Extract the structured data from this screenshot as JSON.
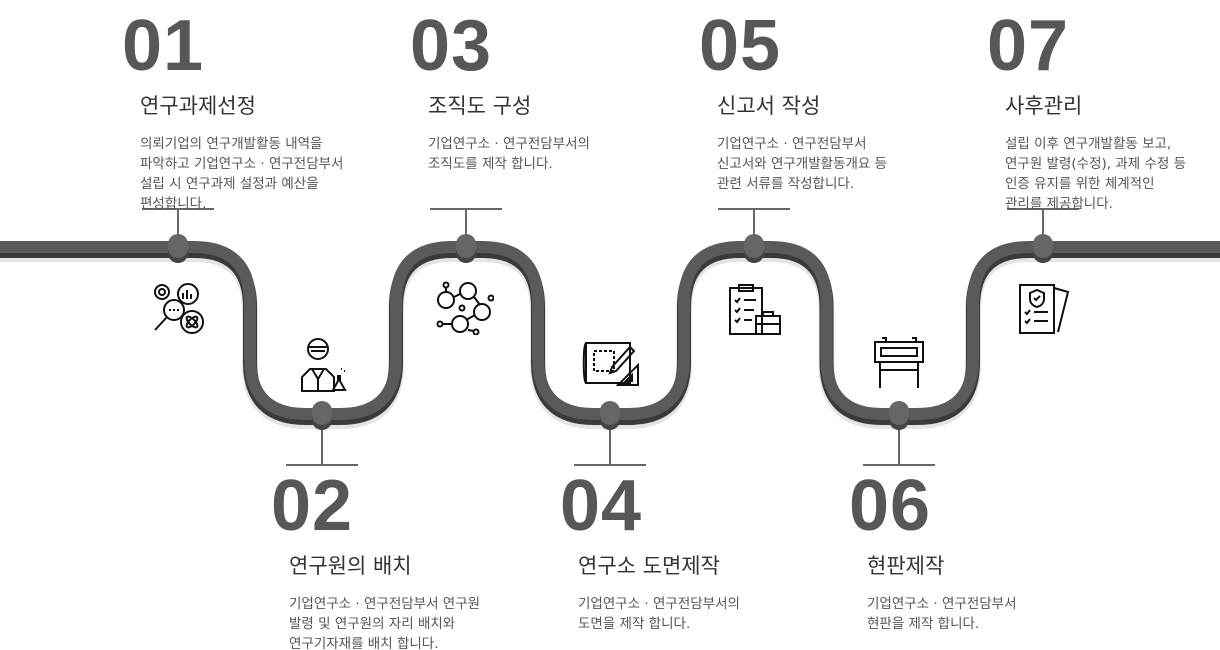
{
  "steps": [
    {
      "num": "01",
      "title": "연구과제선정",
      "desc": "의뢰기업의 연구개발활동 내역을\n파악하고 기업연구소 · 연구전담부서\n설립 시 연구과제 설정과 예산을\n편성합니다.",
      "icon": "research-analysis-icon"
    },
    {
      "num": "02",
      "title": "연구원의 배치",
      "desc": "기업연구소 · 연구전담부서 연구원\n발령 및 연구원의 자리 배치와\n연구기자재를 배치 합니다.",
      "icon": "scientist-icon"
    },
    {
      "num": "03",
      "title": "조직도 구성",
      "desc": "기업연구소 · 연구전담부서의\n조직도를 제작 합니다.",
      "icon": "organization-network-icon"
    },
    {
      "num": "04",
      "title": "연구소 도면제작",
      "desc": "기업연구소 · 연구전담부서의\n도면을 제작 합니다.",
      "icon": "blueprint-icon"
    },
    {
      "num": "05",
      "title": "신고서 작성",
      "desc": "기업연구소 · 연구전담부서\n신고서와 연구개발활동개요 등\n관련 서류를 작성합니다.",
      "icon": "clipboard-briefcase-icon"
    },
    {
      "num": "06",
      "title": "현판제작",
      "desc": "기업연구소 · 연구전담부서\n현판을 제작 합니다.",
      "icon": "signboard-icon"
    },
    {
      "num": "07",
      "title": "사후관리",
      "desc": "설립 이후 연구개발활동 보고,\n연구원 발령(수정), 과제 수정 등\n인증 유지를 위한 체계적인\n관리를 제공합니다.",
      "icon": "certified-document-icon"
    }
  ],
  "colors": {
    "road": "#5a5a5a",
    "road_shadow": "#3a3a3a",
    "text": "#555555"
  }
}
